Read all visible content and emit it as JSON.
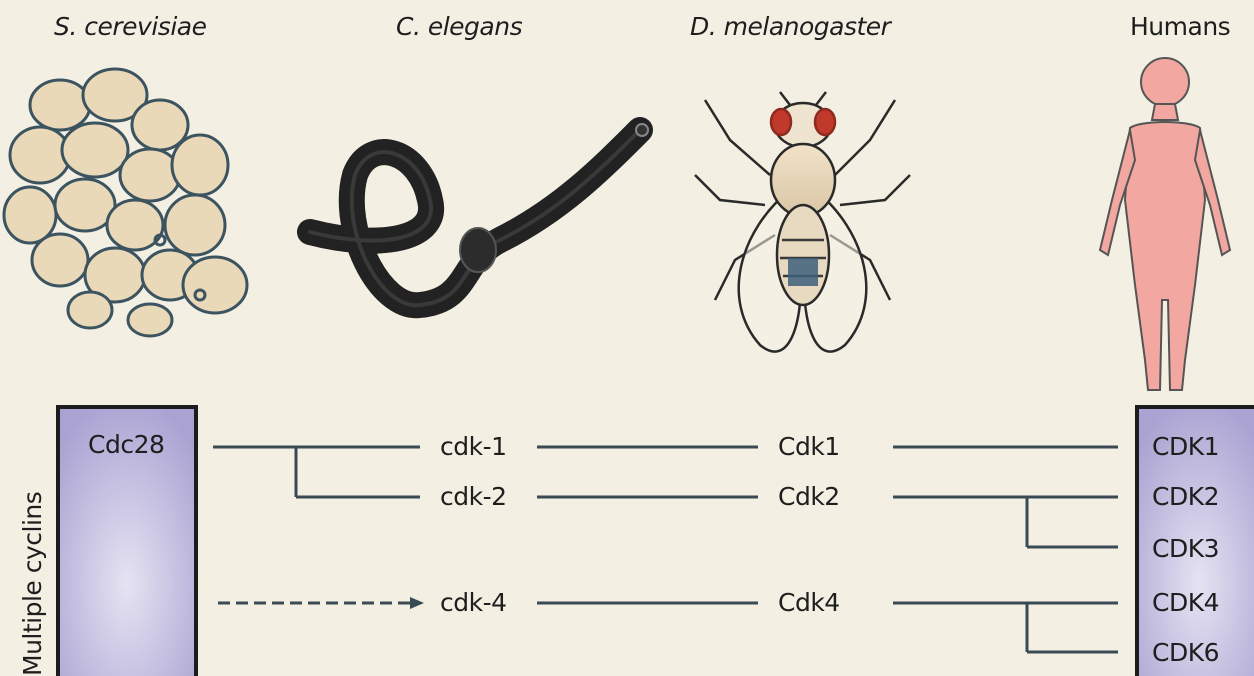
{
  "species": {
    "yeast": "S. cerevisiae",
    "worm": "C. elegans",
    "fly": "D. melanogaster",
    "human": "Humans"
  },
  "side_label": "Multiple cyclins",
  "genes": {
    "yeast": [
      "Cdc28"
    ],
    "worm": [
      "cdk-1",
      "cdk-2",
      "cdk-4"
    ],
    "fly": [
      "Cdk1",
      "Cdk2",
      "Cdk4"
    ],
    "human": [
      "CDK1",
      "CDK2",
      "CDK3",
      "CDK4",
      "CDK6"
    ]
  },
  "colors": {
    "background": "#f3efe3",
    "box_fill": "#b9b2da",
    "box_border": "#1c1c1c",
    "line": "#3a4a55",
    "yeast_cell": "#eadcc0",
    "human_skin": "#f2a8a0"
  }
}
